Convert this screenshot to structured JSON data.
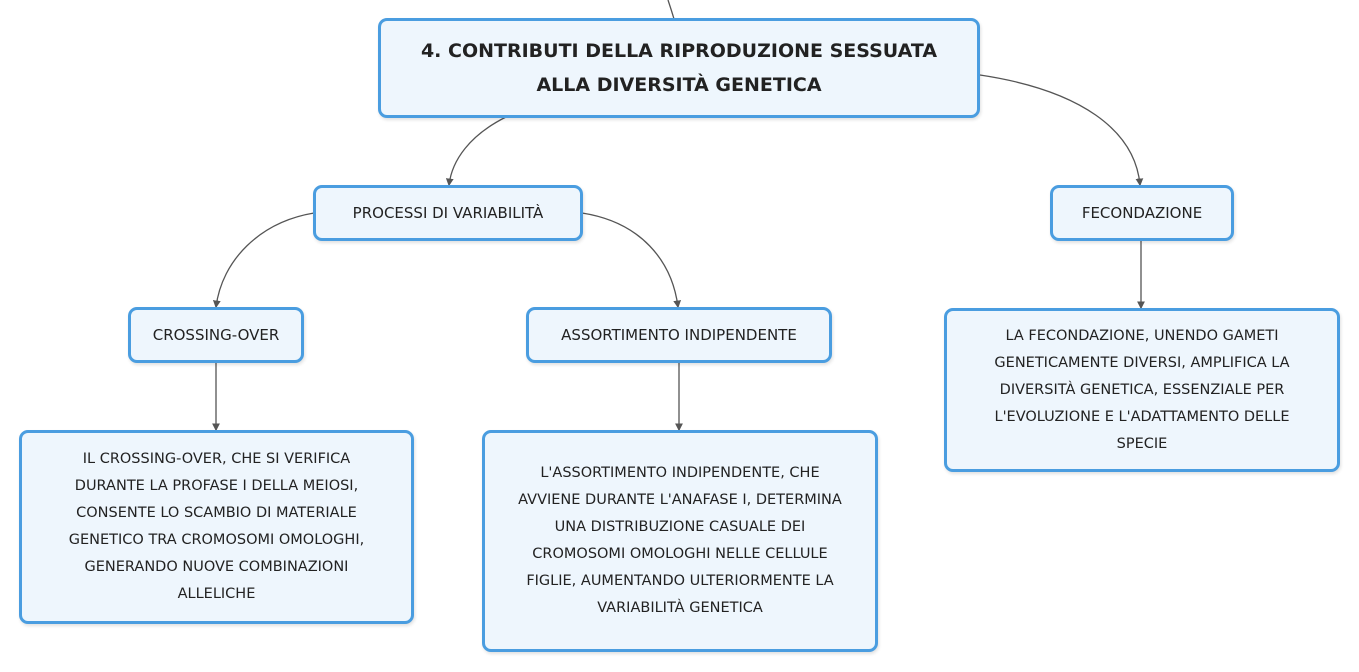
{
  "diagram": {
    "root": {
      "lines": [
        "4. CONTRIBUTI DELLA RIPRODUZIONE SESSUATA",
        "ALLA DIVERSITÀ GENETICA"
      ]
    },
    "processi": {
      "label": "PROCESSI DI VARIABILITÀ"
    },
    "fecondazione": {
      "label": "FECONDAZIONE"
    },
    "crossing": {
      "label": "CROSSING-OVER"
    },
    "assortimento": {
      "label": "ASSORTIMENTO INDIPENDENTE"
    },
    "crossing_desc": {
      "lines": [
        "IL CROSSING-OVER, CHE SI VERIFICA",
        "DURANTE LA PROFASE I DELLA MEIOSI,",
        "CONSENTE LO SCAMBIO DI MATERIALE",
        "GENETICO TRA CROMOSOMI OMOLOGHI,",
        "GENERANDO NUOVE COMBINAZIONI",
        "ALLELICHE"
      ]
    },
    "assort_desc": {
      "lines": [
        "L'ASSORTIMENTO INDIPENDENTE, CHE",
        "AVVIENE DURANTE L'ANAFASE I, DETERMINA",
        "UNA DISTRIBUZIONE CASUALE DEI",
        "CROMOSOMI OMOLOGHI NELLE CELLULE",
        "FIGLIE, AUMENTANDO ULTERIORMENTE LA",
        "VARIABILITÀ GENETICA"
      ]
    },
    "fec_desc": {
      "lines": [
        "LA FECONDAZIONE, UNENDO GAMETI",
        "GENETICAMENTE DIVERSI, AMPLIFICA LA",
        "DIVERSITÀ GENETICA, ESSENZIALE PER",
        "L'EVOLUZIONE E L'ADATTAMENTO DELLE",
        "SPECIE"
      ]
    },
    "colors": {
      "node_fill": "#eef6fd",
      "node_border": "#4a9de0",
      "edge": "#555555",
      "text": "#222222"
    }
  }
}
